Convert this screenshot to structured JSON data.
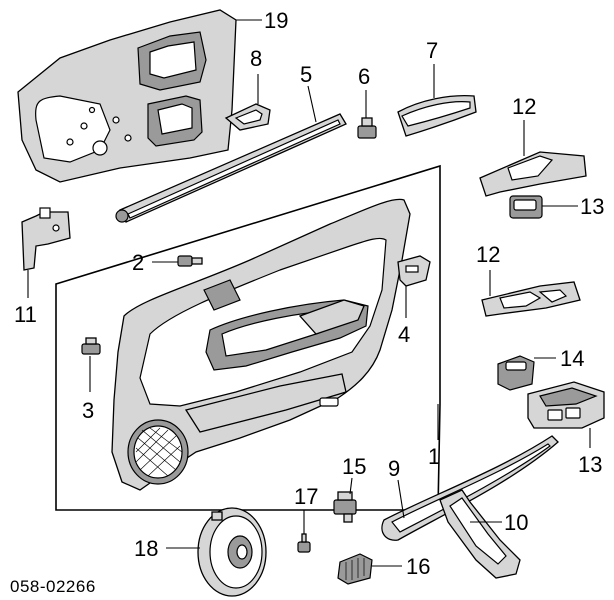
{
  "diagram": {
    "code": "058-02266",
    "callouts": [
      "19",
      "8",
      "5",
      "6",
      "7",
      "12",
      "13",
      "11",
      "2",
      "12",
      "4",
      "1",
      "3",
      "14",
      "13",
      "15",
      "9",
      "17",
      "10",
      "18",
      "16"
    ]
  }
}
